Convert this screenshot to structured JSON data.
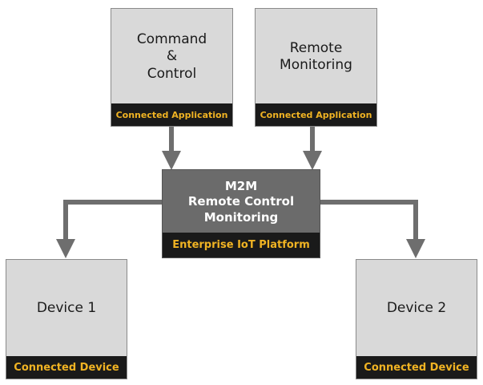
{
  "nodes": {
    "command_control": {
      "title": "Command\n&\nControl",
      "footer": "Connected Application"
    },
    "remote_monitoring": {
      "title": "Remote\nMonitoring",
      "footer": "Connected Application"
    },
    "platform": {
      "title": "M2M\nRemote Control\nMonitoring",
      "footer": "Enterprise IoT Platform"
    },
    "device1": {
      "title": "Device 1",
      "footer": "Connected Device"
    },
    "device2": {
      "title": "Device 2",
      "footer": "Connected Device"
    }
  },
  "colors": {
    "box_fill": "#d9d9d9",
    "platform_fill": "#6b6b6b",
    "footer_bg": "#1a1a1a",
    "footer_text": "#f0b323",
    "arrow": "#6e6e6e"
  }
}
